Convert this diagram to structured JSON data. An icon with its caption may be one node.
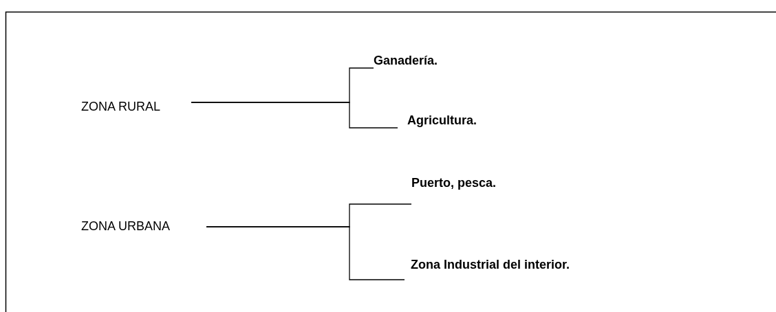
{
  "diagram": {
    "nodes": [
      {
        "text": [
          "ZONA RURAL"
        ]
      },
      {
        "text": [
          "Ganadería."
        ]
      },
      {
        "text": [
          "Agricultura."
        ]
      },
      {
        "text": [
          "ZONA URBANA"
        ]
      },
      {
        "text": [
          "Puerto, pesca."
        ]
      },
      {
        "text": [
          "Zona Industrial del interior."
        ]
      }
    ],
    "edges": [
      {
        "from": 0,
        "to": 1,
        "arrow": "none"
      },
      {
        "from": 0,
        "to": 2,
        "arrow": "none"
      },
      {
        "from": 3,
        "to": 4,
        "arrow": "none"
      },
      {
        "from": 3,
        "to": 5,
        "arrow": "none"
      }
    ]
  }
}
